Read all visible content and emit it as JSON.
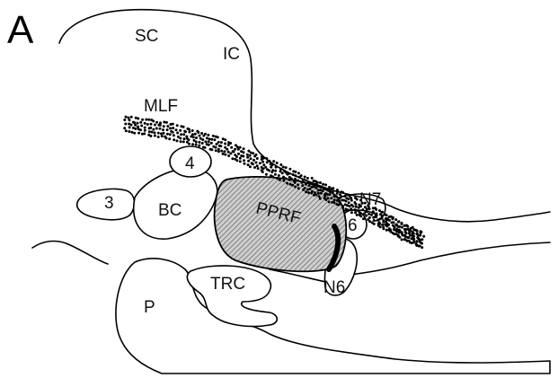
{
  "figure": {
    "panel_letter": "A",
    "labels": {
      "sc": "SC",
      "ic": "IC",
      "mlf": "MLF",
      "nucleus_4": "4",
      "nucleus_3": "3",
      "bc": "BC",
      "pprf": "PPRF",
      "n7": "N7",
      "nucleus_6": "6",
      "trc": "TRC",
      "n6": "N6",
      "p": "P"
    },
    "colors": {
      "stroke": "#000000",
      "pprf_hatch": "#9a9a9a",
      "background": "#ffffff"
    }
  }
}
